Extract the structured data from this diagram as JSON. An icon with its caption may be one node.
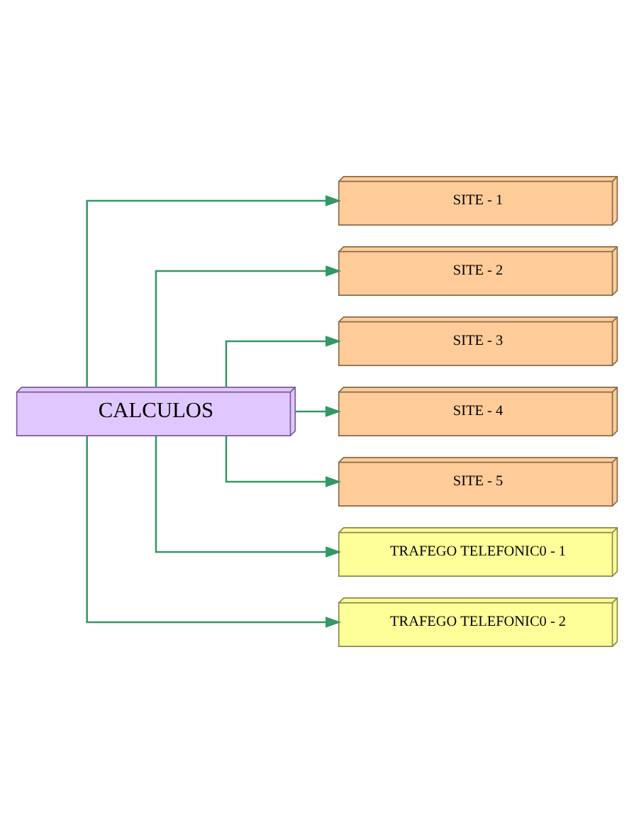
{
  "diagram": {
    "nodes": [
      {
        "text": [
          "CALCULOS"
        ]
      },
      {
        "text": [
          "SITE - 1"
        ]
      },
      {
        "text": [
          "SITE - 2"
        ]
      },
      {
        "text": [
          "SITE - 3"
        ]
      },
      {
        "text": [
          "SITE - 4"
        ]
      },
      {
        "text": [
          "SITE - 5"
        ]
      },
      {
        "text": [
          "TRAFEGO TELEFONIC0 - 1"
        ]
      },
      {
        "text": [
          "TRAFEGO TELEFONIC0 - 2"
        ]
      }
    ],
    "edges": [
      {
        "from": 0,
        "to": 1,
        "arrow": "to"
      },
      {
        "from": 0,
        "to": 2,
        "arrow": "to"
      },
      {
        "from": 0,
        "to": 3,
        "arrow": "to"
      },
      {
        "from": 0,
        "to": 4,
        "arrow": "to"
      },
      {
        "from": 0,
        "to": 5,
        "arrow": "to"
      },
      {
        "from": 0,
        "to": 6,
        "arrow": "to"
      },
      {
        "from": 0,
        "to": 7,
        "arrow": "to"
      }
    ]
  }
}
